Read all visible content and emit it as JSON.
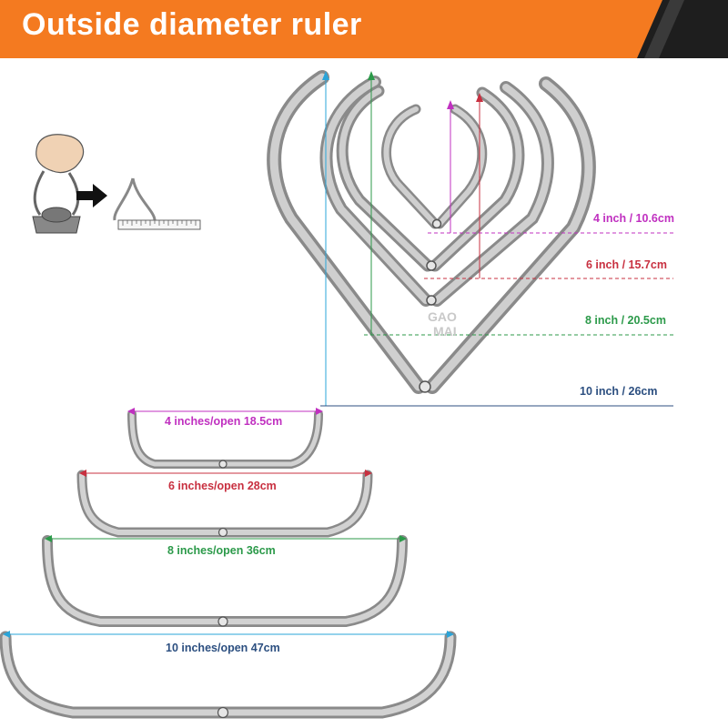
{
  "header": {
    "title": "Outside diameter ruler",
    "accent_color": "#f47a20",
    "dark_color": "#1e1e1e"
  },
  "watermark": {
    "line1": "GAO",
    "line2": "MAI"
  },
  "closed_sizes": [
    {
      "label": "4 inch / 10.6cm",
      "color": "#c030c0"
    },
    {
      "label": "6 inch / 15.7cm",
      "color": "#c83040"
    },
    {
      "label": "8 inch / 20.5cm",
      "color": "#2c9a4a"
    },
    {
      "label": "10 inch / 26cm",
      "color": "#2c4f80"
    }
  ],
  "open_sizes": [
    {
      "label": "4 inches/open 18.5cm",
      "color": "#c030c0"
    },
    {
      "label": "6 inches/open 28cm",
      "color": "#c83040"
    },
    {
      "label": "8 inches/open 36cm",
      "color": "#2c9a4a"
    },
    {
      "label": "10 inches/open 47cm",
      "color": "#2c4f80"
    }
  ],
  "usage_icons": [
    "hand-icon",
    "arrow-right-icon",
    "ruler-icon"
  ]
}
